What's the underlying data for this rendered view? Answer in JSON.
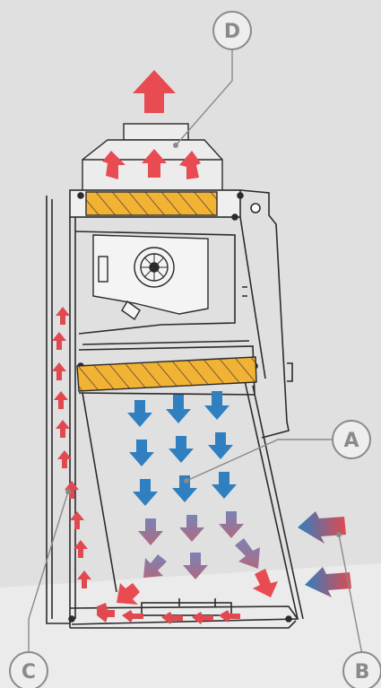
{
  "colors": {
    "background": "#e0e0e0",
    "background_lower": "#ebebeb",
    "exhaust_arrow": "#e94b52",
    "inflow_arrow": "#e0494f",
    "downflow_arrow": "#2f7fc1",
    "mixed_arrow": "#9a6b8a",
    "filter_fill": "#f2b233",
    "line": "#2b2b2b",
    "callout": "#8a8a8a"
  },
  "callouts": {
    "a": "A",
    "b": "B",
    "c": "C",
    "d": "D"
  },
  "icons": {
    "fan": "blower-fan-icon",
    "exhaust": "arrow-up-icon",
    "downflow": "arrow-down-icon"
  }
}
